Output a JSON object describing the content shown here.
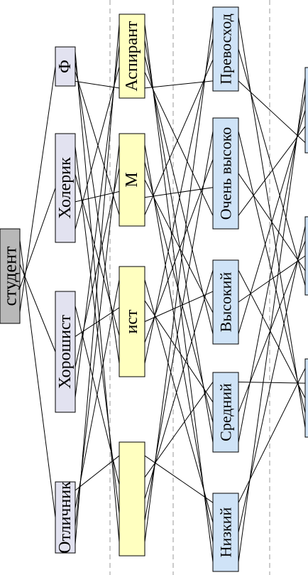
{
  "colors": {
    "root_fill": "#b8b8b8",
    "level1_fill": "#e2e2f0",
    "level2_fill": "#ffffc0",
    "level3_fill": "#cfe3f7",
    "divider": "#9a9a9a",
    "line": "#000000"
  },
  "root": {
    "id": "r",
    "label": "студент"
  },
  "level1": [
    {
      "id": "a1",
      "label": "Отличник"
    },
    {
      "id": "a2",
      "label": "Хорошист"
    },
    {
      "id": "a3",
      "label": "Холерик"
    },
    {
      "id": "a4",
      "label": "Ф"
    }
  ],
  "level2": [
    {
      "id": "b1",
      "label": ""
    },
    {
      "id": "b2",
      "label": "ист"
    },
    {
      "id": "b3",
      "label": "М"
    },
    {
      "id": "b4",
      "label": "Аспирант"
    }
  ],
  "level3": [
    {
      "id": "c1",
      "label": "Низкий"
    },
    {
      "id": "c2",
      "label": "Средний"
    },
    {
      "id": "c3",
      "label": "Высокий"
    },
    {
      "id": "c4",
      "label": "Очень высоко"
    },
    {
      "id": "c5",
      "label": "Превосход"
    }
  ],
  "level4": [
    {
      "id": "d1",
      "label": ""
    },
    {
      "id": "d2",
      "label": ""
    },
    {
      "id": "d3",
      "label": ""
    }
  ]
}
